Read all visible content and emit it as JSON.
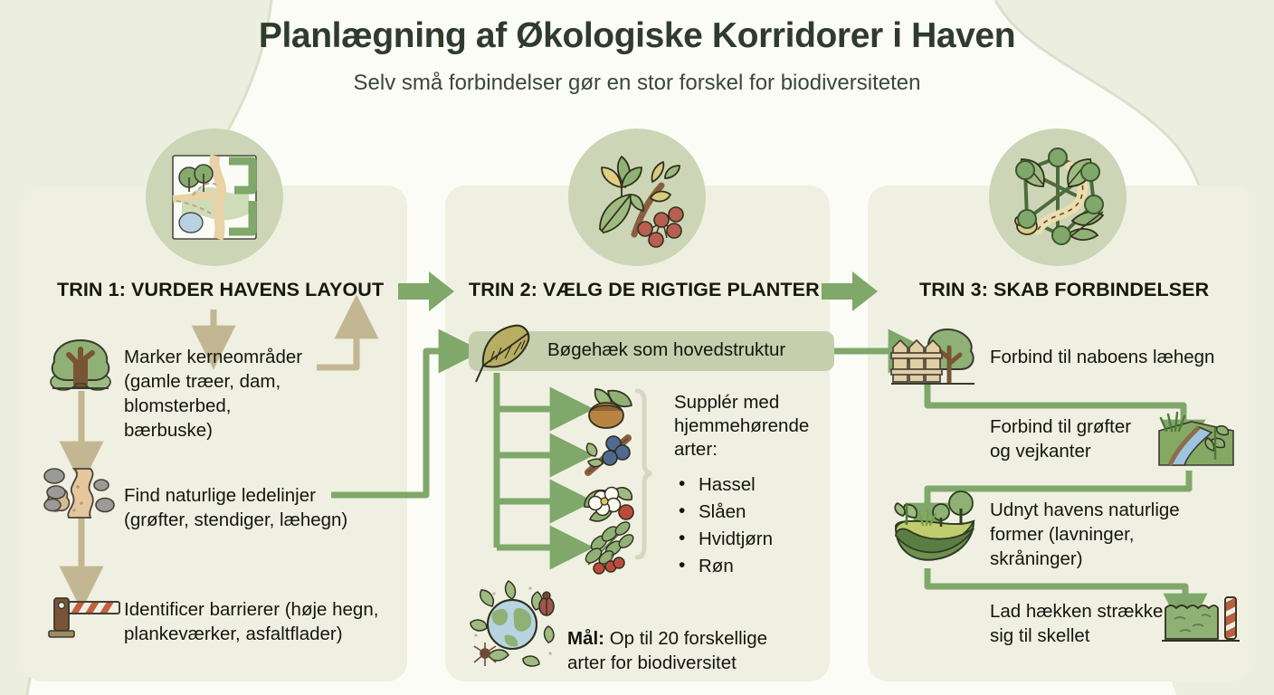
{
  "header": {
    "title": "Planlægning af Økologiske Korridorer i Haven",
    "subtitle": "Selv små forbindelser gør en stor forskel for biodiversiteten"
  },
  "colors": {
    "page_background": "#fcfcf7",
    "panel_background": "#eff0e2",
    "emblem_background": "#ccd6b6",
    "accent_green": "#7fa86a",
    "arrow_tan": "#c3b692",
    "highlight_box": "#c5cfae",
    "title_text": "#2f3b2c",
    "body_text": "#14160e"
  },
  "columns": [
    {
      "id": "step-1",
      "heading": "TRIN 1: VURDER HAVENS LAYOUT",
      "emblem_icon": "garden-map-icon",
      "items": [
        {
          "icon": "tree-icon",
          "text": "Marker kerneområder\n(gamle træer, dam,\nblomsterbed,\nbærbuske)"
        },
        {
          "icon": "stream-stones-icon",
          "text": "Find naturlige ledelinjer\n(grøfter, stendiger, læhegn)"
        },
        {
          "icon": "barrier-gate-icon",
          "text": "Identificer barrierer (høje hegn,\nplankeværker, asfaltflader)"
        }
      ]
    },
    {
      "id": "step-2",
      "heading": "TRIN 2: VÆLG DE RIGTIGE PLANTER",
      "emblem_icon": "leaves-berries-icon",
      "highlight": {
        "icon": "beech-leaf-icon",
        "label": "Bøgehæk som hovedstruktur"
      },
      "list_heading": "Supplér med\nhjemmehørende\narter:",
      "species": [
        {
          "icon": "hazelnut-icon",
          "name": "Hassel"
        },
        {
          "icon": "sloe-berry-icon",
          "name": "Slåen"
        },
        {
          "icon": "hawthorn-icon",
          "name": "Hvidtjørn"
        },
        {
          "icon": "rowan-icon",
          "name": "Røn"
        }
      ],
      "goal": {
        "icon": "globe-biodiversity-icon",
        "label": "Mål:",
        "text": " Op til 20 forskellige\narter for biodiversitet"
      }
    },
    {
      "id": "step-3",
      "heading": "TRIN 3: SKAB FORBINDELSER",
      "emblem_icon": "network-corridor-icon",
      "items": [
        {
          "icon": "fence-tree-icon",
          "text": "Forbind til naboens læhegn"
        },
        {
          "icon": "ditch-verge-icon",
          "text": "Forbind til grøfter\nog vejkanter"
        },
        {
          "icon": "terrain-icon",
          "text": "Udnyt havens naturlige\nformer (lavninger,\nskråninger)"
        },
        {
          "icon": "hedge-post-icon",
          "text": "Lad hækken strække\nsig til skellet"
        }
      ]
    }
  ]
}
